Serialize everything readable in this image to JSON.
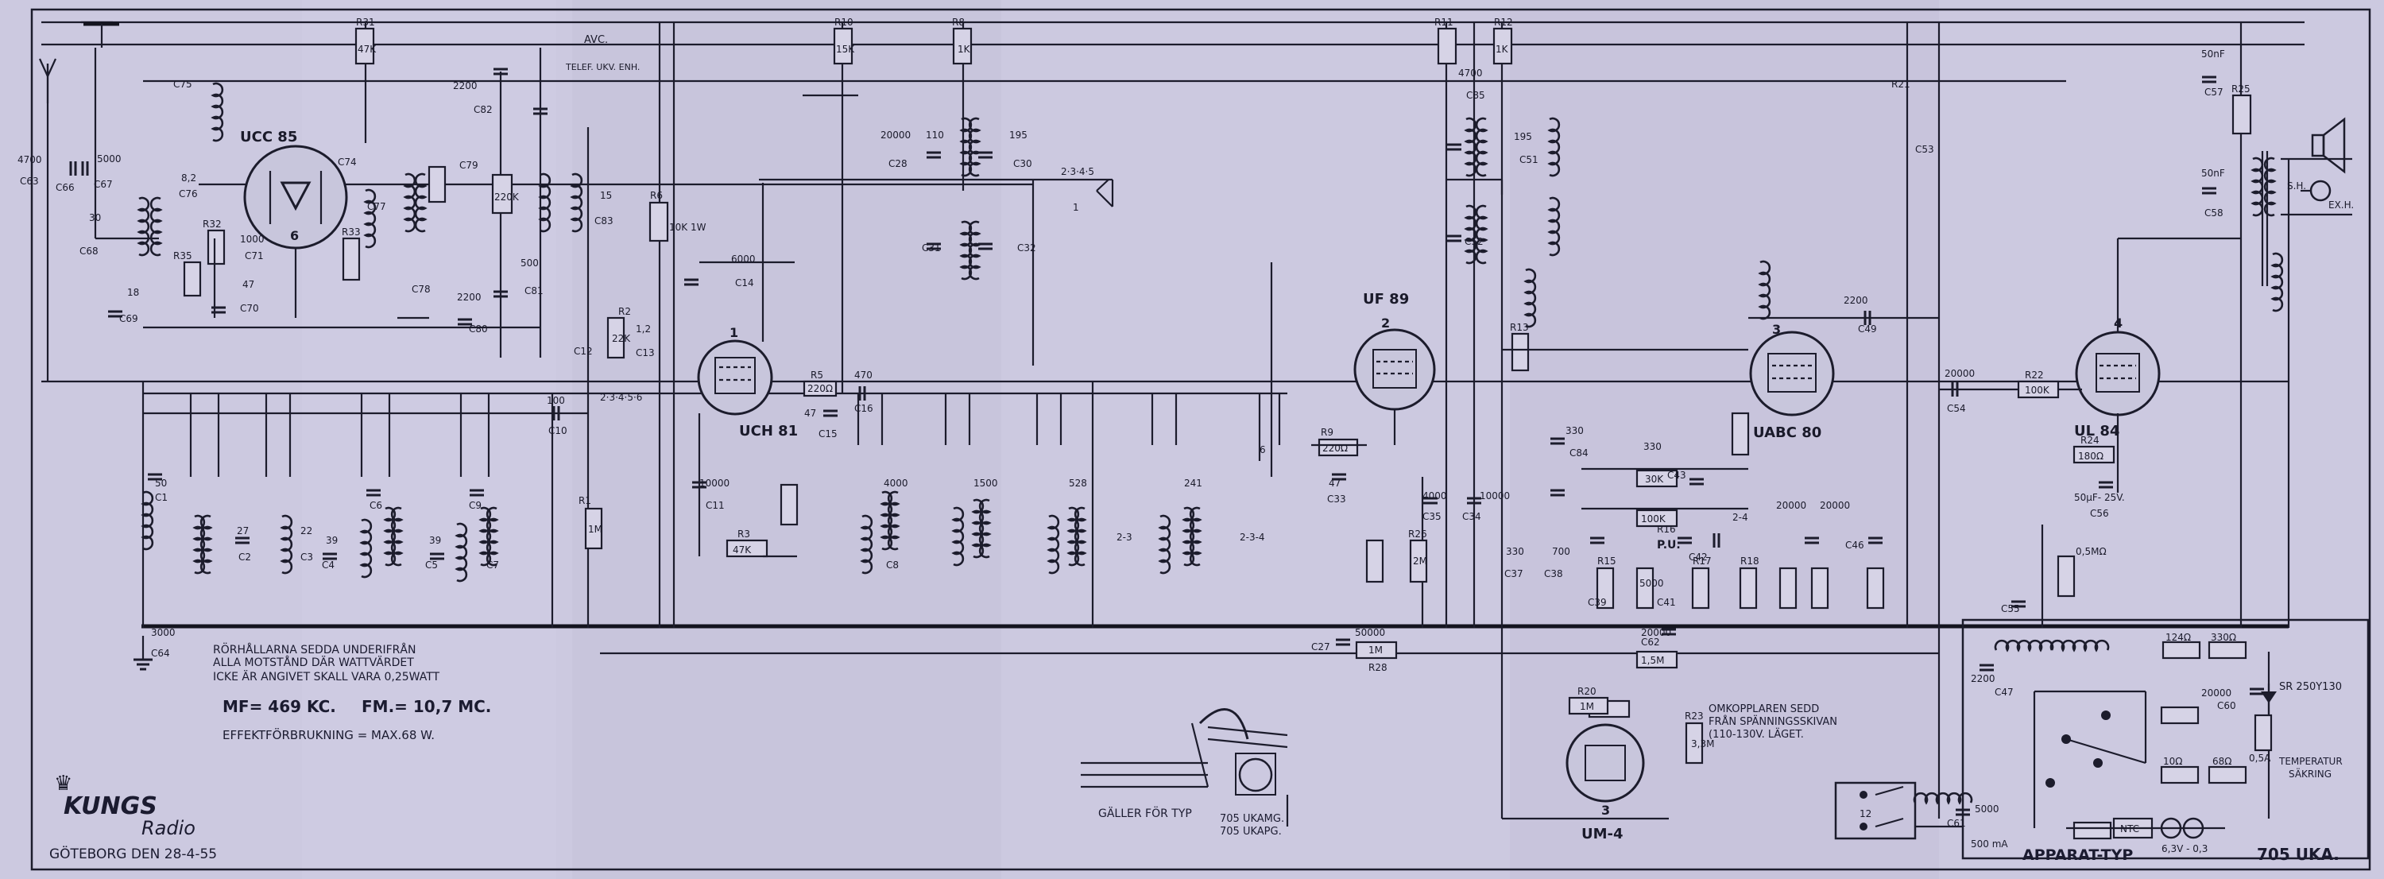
{
  "colors": {
    "paper": "#ccc9e0",
    "ink": "#1c1c2c",
    "sheet_panel": "#c3c0d8"
  },
  "tubes": {
    "ucc85": "UCC 85",
    "uch81": "UCH 81",
    "uf89": "UF 89",
    "uabc80": "UABC 80",
    "ul84": "UL 84",
    "um4": "UM-4"
  },
  "tube_pins": {
    "ucc85": "6",
    "uch81": "1",
    "uf89": "2",
    "uabc80": "3",
    "ul84": "4",
    "um4": "3"
  },
  "top": {
    "avc": "AVC.",
    "telef": "TELEF. UKV. ENH."
  },
  "caps": {
    "c1": "C1",
    "c2": "C2",
    "c3": "C3",
    "c4": "C4",
    "c5": "C5",
    "c6": "C6",
    "c7": "C7",
    "c8": "C8",
    "c9": "C9",
    "c10": "C10",
    "c11": "C11",
    "c12": "C12",
    "c13": "C13",
    "c14": "C14",
    "c15": "C15",
    "c16": "C16",
    "c27": "C27",
    "c28": "C28",
    "c30": "C30",
    "c31": "C31",
    "c32": "C32",
    "c33": "C33",
    "c34": "C34",
    "c35": "C35",
    "c37": "C37",
    "c38": "C38",
    "c39": "C39",
    "c41": "C41",
    "c42": "C42",
    "c43": "C43",
    "c46": "C46",
    "c47": "C47",
    "c49": "C49",
    "c51": "C51",
    "c52": "C52",
    "c53": "C53",
    "c54": "C54",
    "c55": "C55",
    "c56": "C56",
    "c57": "C57",
    "c58": "C58",
    "c60": "C60",
    "c61": "C61",
    "c62": "C62",
    "c63": "C63",
    "c64": "C64",
    "c66": "C66",
    "c67": "C67",
    "c68": "C68",
    "c69": "C69",
    "c70": "C70",
    "c71": "C71",
    "c74": "C74",
    "c75": "C75",
    "c76": "C76",
    "c77": "C77",
    "c78": "C78",
    "c79": "C79",
    "c80": "C80",
    "c81": "C81",
    "c82": "C82",
    "c83": "C83",
    "c84": "C84",
    "c85": "C85"
  },
  "values": {
    "v4700": "4700",
    "v5000": "5000",
    "v30": "30",
    "v18": "18",
    "v1000": "1000",
    "v47": "47",
    "v8_2": "8,2",
    "v2200": "2200",
    "v500": "500",
    "v470": "470",
    "v10000": "10000",
    "v20000": "20000",
    "v110": "110",
    "v195": "195",
    "v100": "100",
    "v1_2": "1,2",
    "v50": "50",
    "v27": "27",
    "v22": "22",
    "v39": "39",
    "v3000": "3000",
    "v4000": "4000",
    "v1500": "1500",
    "v528": "528",
    "v241": "241",
    "v330": "330",
    "v700": "700",
    "v50000": "50000",
    "v50nf": "50nF",
    "v50_25": "50μF- 25V.",
    "v5": "5",
    "v15": "15",
    "v12": "12",
    "v6000": "6000",
    "v3": "3"
  },
  "resistors": {
    "r1": "R1",
    "r2": "R2",
    "r3": "R3",
    "r5": "R5",
    "r6": "R6",
    "r8": "R8",
    "r9": "R9",
    "r10": "R10",
    "r11": "R11",
    "r12": "R12",
    "r13": "R13",
    "r15": "R15",
    "r16": "R16",
    "r17": "R17",
    "r18": "R18",
    "r20": "R20",
    "r21": "R21",
    "r22": "R22",
    "r23": "R23",
    "r24": "R24",
    "r25": "R25",
    "r26": "R26",
    "r28": "R28",
    "r31": "R31",
    "r32": "R32",
    "r33": "R33",
    "r35": "R35"
  },
  "rvalues": {
    "k47": "47K",
    "k22": "22K",
    "k220": "220K",
    "k10": "10K",
    "k15": "15K",
    "m1": "1M",
    "m2": "2M",
    "k100": "100K",
    "k1": "1K",
    "k30": "30K",
    "k180": "180Ω",
    "k220o": "220Ω",
    "k10_1w": "10K 1W",
    "k1_5m": "1,5M",
    "k330o": "330Ω",
    "k124": "124Ω",
    "k10o": "10Ω",
    "k68": "68Ω",
    "k0_5m": "0,5MΩ",
    "k3m3": "3,3M"
  },
  "switch_positions": {
    "sw1": "2·3·4·5·6",
    "sw2": "2·3·4·5",
    "sw3": "2-3",
    "sw4": "2-3-4",
    "sw5": "2-4",
    "sw6": "1",
    "sw7": "6"
  },
  "labels": {
    "pu": "P.U.",
    "ex_h": "EX.H.",
    "sh": "S.H.",
    "ntc": "NTC",
    "sr": "SR 250Y130",
    "lamp": "6,3V - 0,3",
    "fuse": "500 mA",
    "rect": "0,5A"
  },
  "notes": {
    "line1": "RÖRHÅLLARNA SEDDA UNDERIFRÅN",
    "line2": "ALLA MOTSTÅND DÄR WATTVÄRDET",
    "line3": "ICKE ÄR ANGIVET  SKALL VARA 0,25WATT",
    "mf": "MF= 469 KC.",
    "fm": "FM.= 10,7 MC.",
    "power": "EFFEKTFÖRBRUKNING =   MAX.68 W.",
    "omk1": "OMKOPPLAREN SEDD",
    "omk2": "FRÅN SPÄNNINGSSKIVAN",
    "omk3": "(110-130V. LÄGET.",
    "galler1": "GÄLLER FÖR TYP",
    "galler2": "705 UKAMG.",
    "galler3": "705 UKAPG.",
    "temp1": "TEMPERATUR",
    "temp2": "SÄKRING"
  },
  "brand": {
    "name": "KUNGS",
    "sub": "Radio"
  },
  "footer": {
    "city": "GÖTEBORG DEN 28-4-55",
    "type_label": "APPARAT-TYP",
    "type_value": "705 UKA."
  }
}
